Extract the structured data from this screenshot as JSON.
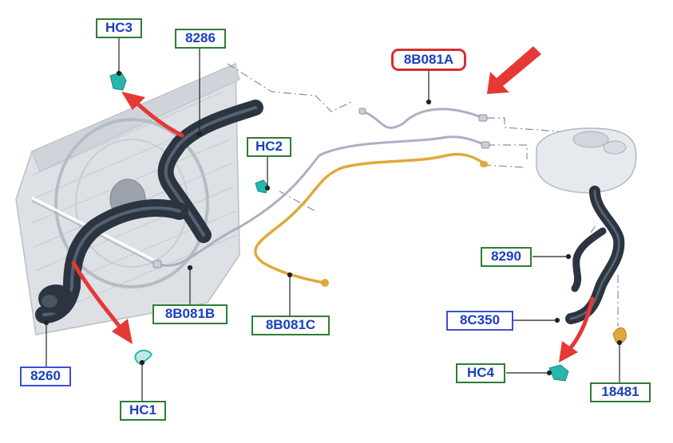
{
  "colors": {
    "hose": "#2b3440",
    "hose_highlight": "#556270",
    "steel_line": "#a9b1c2",
    "yellow_line": "#e0a93a",
    "clip": "#29b6ac",
    "arrow": "#e53935",
    "radiator": "#d9dde3",
    "reservoir": "#e6e9ee",
    "green_border": "#2e7d32",
    "blue_border": "#3b4fd6",
    "red_border": "#d32f2f",
    "label_text": "#1a3fbf"
  },
  "labels": {
    "hc3": "HC3",
    "p8286": "8286",
    "p8b081a": "8B081A",
    "hc2": "HC2",
    "p8290": "8290",
    "p8c350": "8C350",
    "hc4": "HC4",
    "p18481": "18481",
    "p8260": "8260",
    "hc1": "HC1",
    "p8b081b": "8B081B",
    "p8b081c": "8B081C"
  },
  "icons": [
    "hose-clamp-icon",
    "arrow-icon"
  ]
}
